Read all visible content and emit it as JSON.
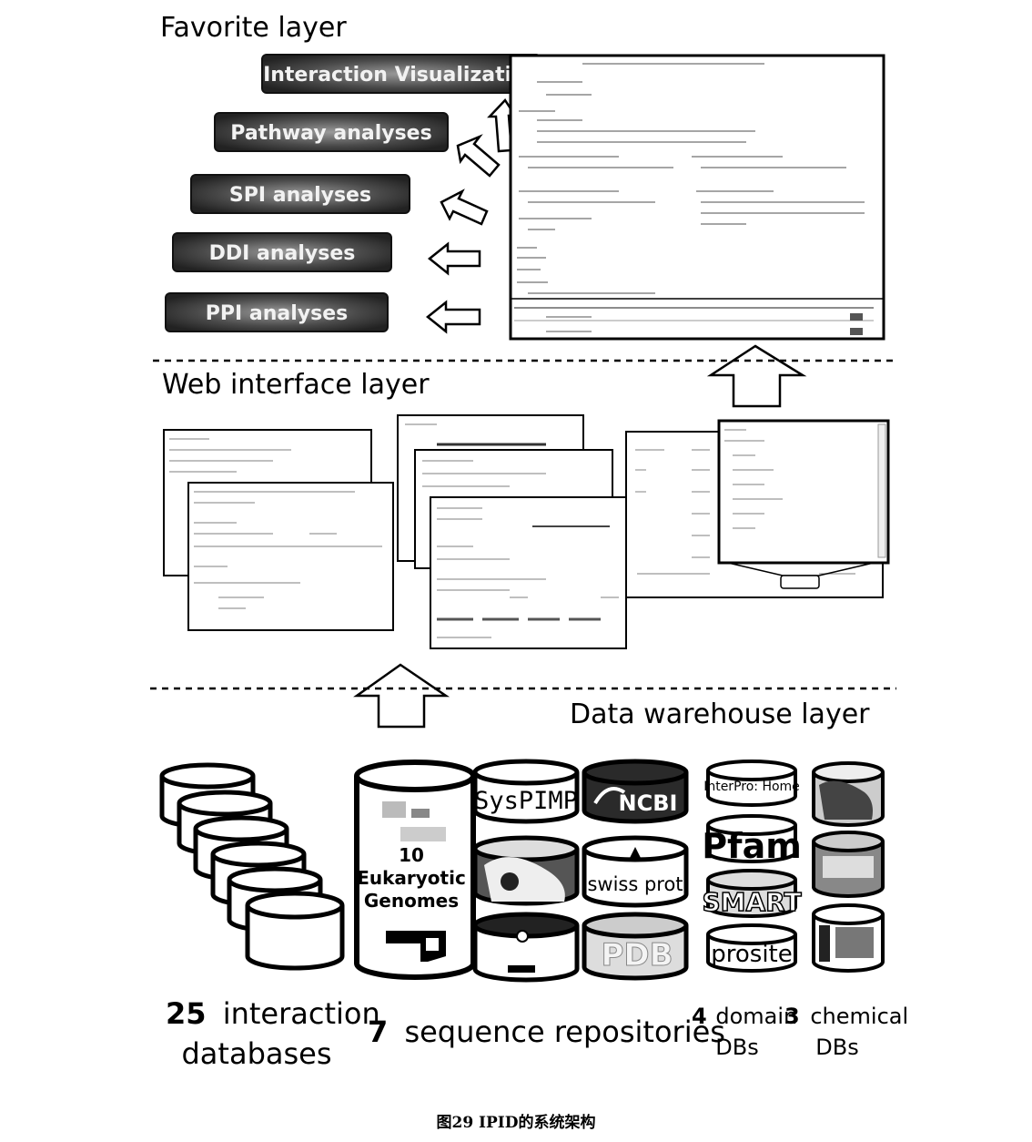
{
  "layers": {
    "favorite": "Favorite layer",
    "web": "Web interface layer",
    "warehouse": "Data warehouse layer"
  },
  "analyses": [
    "Interaction Visualization",
    "Pathway analyses",
    "SPI analyses",
    "DDI analyses",
    "PPI analyses"
  ],
  "repository_genome": {
    "count": "10",
    "line1": "Eukaryotic",
    "line2": "Genomes"
  },
  "source_logos": {
    "syspimp": "SysPIMP",
    "ncbi": "NCBI",
    "swissprot": "swiss prot",
    "pdb": "PDB",
    "interpro": "InterPro: Home",
    "pfam": "Pfam",
    "smart": "SMART",
    "prosite": "prosite"
  },
  "groups": {
    "interaction": {
      "count": "25",
      "text": "interaction",
      "line2": "databases"
    },
    "sequence": {
      "count": "7",
      "text": "sequence repositories"
    },
    "domain": {
      "count": "4",
      "text": "domain",
      "line2": "DBs"
    },
    "chemical": {
      "count": "3",
      "text": "chemical",
      "line2": "DBs"
    }
  },
  "caption": "图29 IPID的系统架构",
  "colors": {
    "pill": "#3a3a3a",
    "pill_text": "#f2f2f2",
    "line": "#000000"
  }
}
